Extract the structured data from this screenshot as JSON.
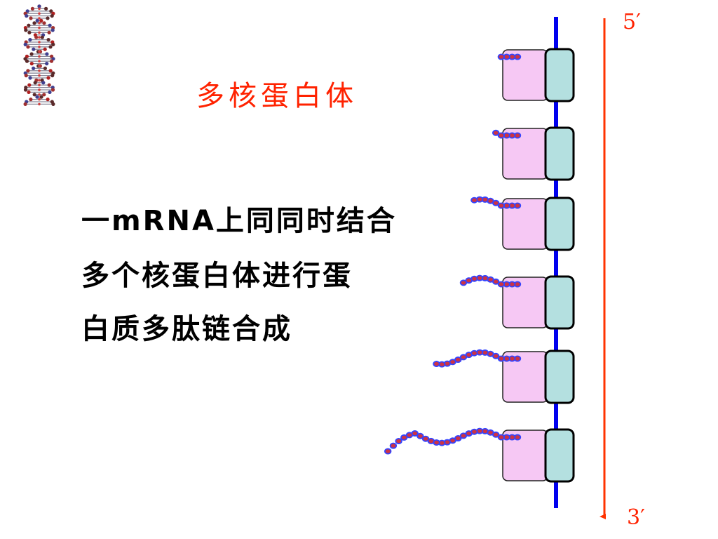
{
  "slide": {
    "title": "多核蛋白体",
    "body_lines": [
      "一mRNA上同同时结合",
      "多个核蛋白体进行蛋",
      "白质多肽链合成"
    ],
    "direction_start_label": "5′",
    "direction_end_label": "3′"
  },
  "diagram": {
    "ribosome_count": 6,
    "peptide_bead_counts": [
      4,
      5,
      9,
      11,
      16,
      25
    ],
    "colors": {
      "mrna_strand": "#0000ee",
      "direction_arrow": "#ff3300",
      "small_subunit": "#f6c8f4",
      "large_subunit": "#b4e0e0",
      "bead_outline": "#3344ff",
      "bead_fill": "#cc3344",
      "title_text": "#ff2200"
    }
  }
}
